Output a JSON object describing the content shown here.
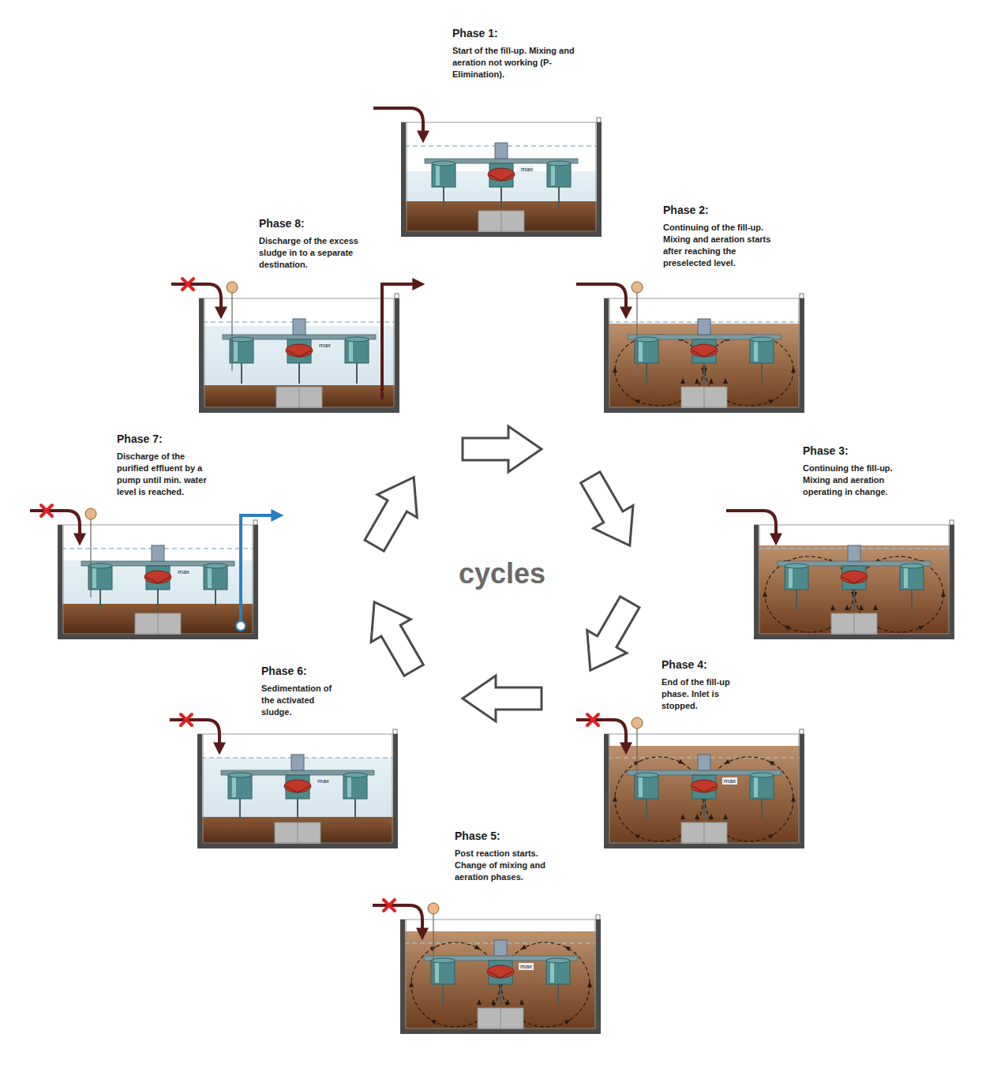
{
  "diagram": {
    "nodes": [
      {
        "text": [
          "Phase 1:",
          "Start of the fill-up. Mixing and aeration not working (P-Elimination)."
        ]
      },
      {
        "text": [
          "Phase 2:",
          "Continuing of the fill-up. Mixing and aeration starts after reaching the preselected level."
        ]
      },
      {
        "text": [
          "Phase 3:",
          "Continuing the fill-up. Mixing and aeration operating in change."
        ]
      },
      {
        "text": [
          "Phase 4:",
          "End of the fill-up phase. Inlet is stopped."
        ]
      },
      {
        "text": [
          "Phase 5:",
          "Post reaction starts. Change of mixing and aeration phases."
        ]
      },
      {
        "text": [
          "Phase 6:",
          "Sedimentation of the activated sludge."
        ]
      },
      {
        "text": [
          "Phase 7:",
          "Discharge of the purified effluent by a pump until min. water level is reached."
        ]
      },
      {
        "text": [
          "Phase 8:",
          "Discharge of the excess sludge in to a separate destination."
        ]
      }
    ],
    "labels": [
      "max",
      "max",
      "max",
      "cycles",
      "max",
      "max",
      "max"
    ]
  }
}
